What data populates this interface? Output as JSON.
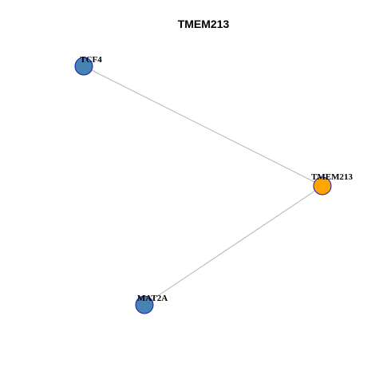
{
  "title": "TMEM213",
  "colors": {
    "hub": "#FFA500",
    "neighbor": "#4682B4",
    "node_border": "#1A1AAA",
    "edge": "#B3B3B3"
  },
  "nodes": [
    {
      "id": "TCF4",
      "label": "TCF4",
      "role": "neighbor"
    },
    {
      "id": "TMEM213",
      "label": "TMEM213",
      "role": "hub"
    },
    {
      "id": "MAT2A",
      "label": "MAT2A",
      "role": "neighbor"
    }
  ],
  "edges": [
    {
      "source": "TCF4",
      "target": "TMEM213"
    },
    {
      "source": "MAT2A",
      "target": "TMEM213"
    }
  ]
}
